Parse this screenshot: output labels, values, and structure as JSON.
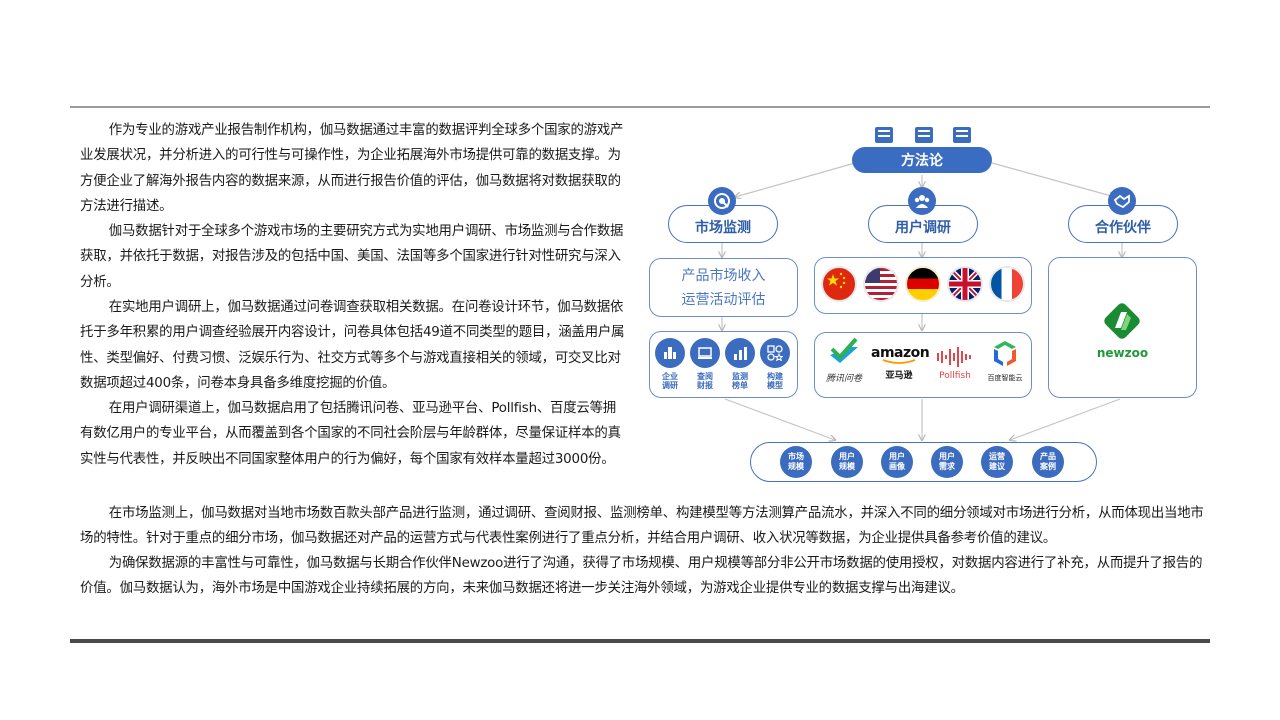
{
  "page": {
    "paragraphs": [
      "作为专业的游戏产业报告制作机构，伽马数据通过丰富的数据评判全球多个国家的游戏产业发展状况，并分析进入的可行性与可操作性，为企业拓展海外市场提供可靠的数据支撑。为方便企业了解海外报告内容的数据来源，从而进行报告价值的评估，伽马数据将对数据获取的方法进行描述。",
      "伽马数据针对于全球多个游戏市场的主要研究方式为实地用户调研、市场监测与合作数据获取，并依托于数据，对报告涉及的包括中国、美国、法国等多个国家进行针对性研究与深入分析。",
      "在实地用户调研上，伽马数据通过问卷调查获取相关数据。在问卷设计环节，伽马数据依托于多年积累的用户调查经验展开内容设计，问卷具体包括49道不同类型的题目，涵盖用户属性、类型偏好、付费习惯、泛娱乐行为、社交方式等多个与游戏直接相关的领域，可交叉比对数据项超过400条，问卷本身具备多维度挖掘的价值。",
      "在用户调研渠道上，伽马数据启用了包括腾讯问卷、亚马逊平台、Pollfish、百度云等拥有数亿用户的专业平台，从而覆盖到各个国家的不同社会阶层与年龄群体，尽量保证样本的真实性与代表性，并反映出不同国家整体用户的行为偏好，每个国家有效样本量超过3000份。",
      "在市场监测上，伽马数据对当地市场数百款头部产品进行监测，通过调研、查阅财报、监测榜单、构建模型等方法测算产品流水，并深入不同的细分领域对市场进行分析，从而体现出当地市场的特性。针对于重点的细分市场，伽马数据还对产品的运营方式与代表性案例进行了重点分析，并结合用户调研、收入状况等数据，为企业提供具备参考价值的建议。",
      "为确保数据源的丰富性与可靠性，伽马数据与长期合作伙伴Newzoo进行了沟通，获得了市场规模、用户规模等部分非公开市场数据的使用授权，对数据内容进行了补充，从而提升了报告的价值。伽马数据认为，海外市场是中国游戏企业持续拓展的方向，未来伽马数据还将进一步关注海外领域，为游戏企业提供专业的数据支撑与出海建议。"
    ]
  },
  "diagram": {
    "title": "方法论",
    "branches": [
      {
        "label": "市场监测",
        "icon": "radar-icon"
      },
      {
        "label": "用户调研",
        "icon": "users-icon"
      },
      {
        "label": "合作伙伴",
        "icon": "handshake-icon"
      }
    ],
    "market_box_lines": [
      "产品市场收入",
      "运营活动评估"
    ],
    "market_tools": [
      {
        "label": "企业\n调研",
        "line1": "企业",
        "line2": "调研",
        "icon": "building-icon"
      },
      {
        "label": "查阅\n财报",
        "line1": "查阅",
        "line2": "财报",
        "icon": "monitor-icon"
      },
      {
        "label": "监测\n榜单",
        "line1": "监测",
        "line2": "榜单",
        "icon": "bar-chart-icon"
      },
      {
        "label": "构建\n模型",
        "line1": "构建",
        "line2": "模型",
        "icon": "shapes-icon"
      }
    ],
    "flags": [
      "china",
      "usa",
      "germany",
      "uk",
      "france"
    ],
    "platforms": [
      {
        "name": "腾讯问卷"
      },
      {
        "name": "amazon",
        "sub": "亚马逊"
      },
      {
        "name": "Pollfish"
      },
      {
        "name": "百度智能云"
      }
    ],
    "partner": "newzoo",
    "outputs": [
      {
        "line1": "市场",
        "line2": "规模"
      },
      {
        "line1": "用户",
        "line2": "规模"
      },
      {
        "line1": "用户",
        "line2": "画像"
      },
      {
        "line1": "用户",
        "line2": "需求"
      },
      {
        "line1": "运营",
        "line2": "建议"
      },
      {
        "line1": "产品",
        "line2": "案例"
      }
    ],
    "colors": {
      "primary": "#3a6cc2",
      "border": "#6d8fc9",
      "newzoo": "#1e9a3a",
      "pollfish": "#e0464a"
    }
  }
}
